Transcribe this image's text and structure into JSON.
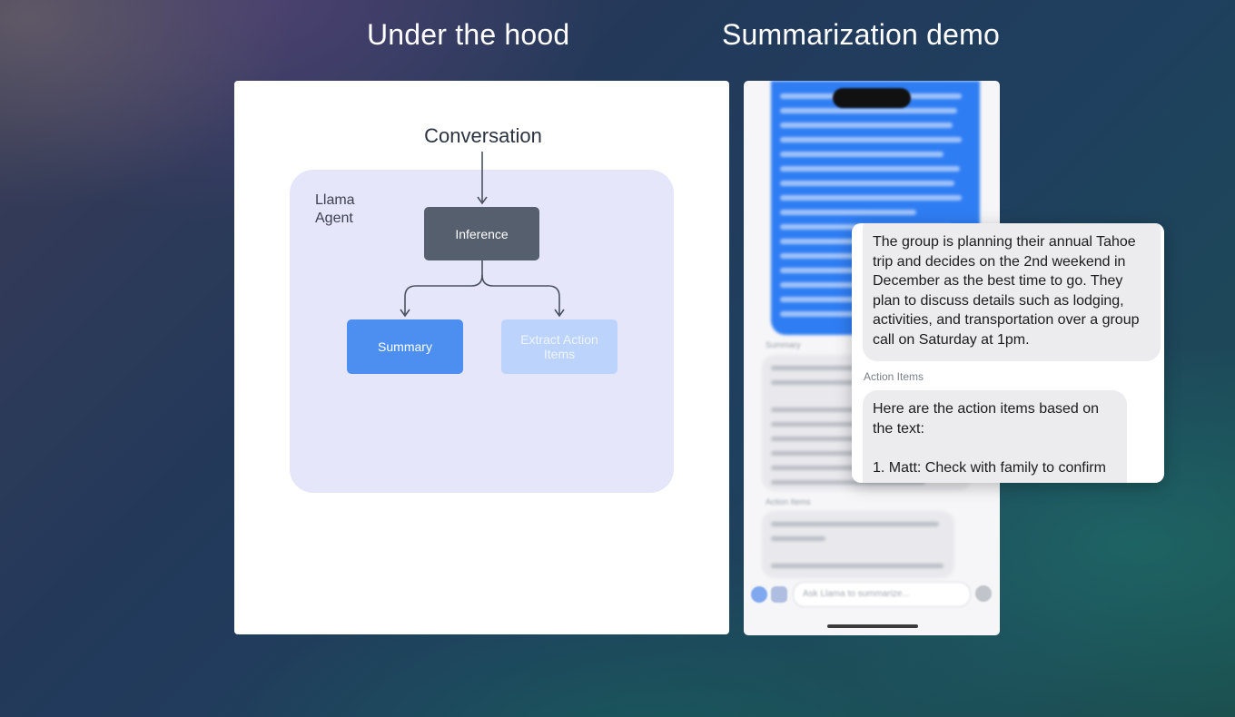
{
  "headings": {
    "left": "Under the hood",
    "right": "Summarization demo"
  },
  "diagram": {
    "input_label": "Conversation",
    "agent_label": "Llama\nAgent",
    "nodes": {
      "inference": "Inference",
      "summary": "Summary",
      "action_items": "Extract Action Items"
    },
    "colors": {
      "agent_box": "#e6e6fb",
      "inference": "#555f6d",
      "summary": "#4d8ff1",
      "action_items": "#bcd4fb",
      "arrow": "#4a5260"
    }
  },
  "demo": {
    "summary_text": "The group is planning their annual Tahoe trip and decides on the 2nd weekend in December as the best time to go. They plan to discuss details such as lodging, activities, and transportation over a group call on Saturday at 1pm.",
    "action_items_label": "Action Items",
    "action_items_text": "Here are the action items based on the text:\n\n1. Matt: Check with family to confirm",
    "blurred_labels": {
      "summary": "Summary",
      "action_items": "Action Items"
    },
    "input_placeholder": "Ask Llama to summarize...",
    "colors": {
      "chat_bubble": "#2f7df3",
      "gray_bubble": "#ececee"
    }
  }
}
